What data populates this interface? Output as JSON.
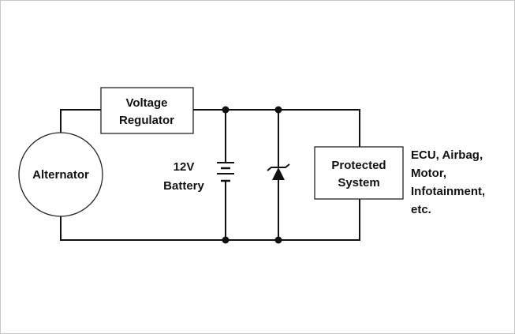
{
  "regulator": {
    "line1": "Voltage",
    "line2": "Regulator"
  },
  "alternator": {
    "label": "Alternator"
  },
  "battery": {
    "line1": "12V",
    "line2": "Battery"
  },
  "protected_system": {
    "line1": "Protected",
    "line2": "System"
  },
  "loads": {
    "line1": "ECU, Airbag,",
    "line2": "Motor,",
    "line3": "Infotainment,",
    "line4": "etc."
  },
  "colors": {
    "wire": "#111111",
    "frame": "#c8c8c8"
  },
  "icons": {
    "battery": "battery-symbol-icon",
    "zener": "zener-diode-icon"
  }
}
